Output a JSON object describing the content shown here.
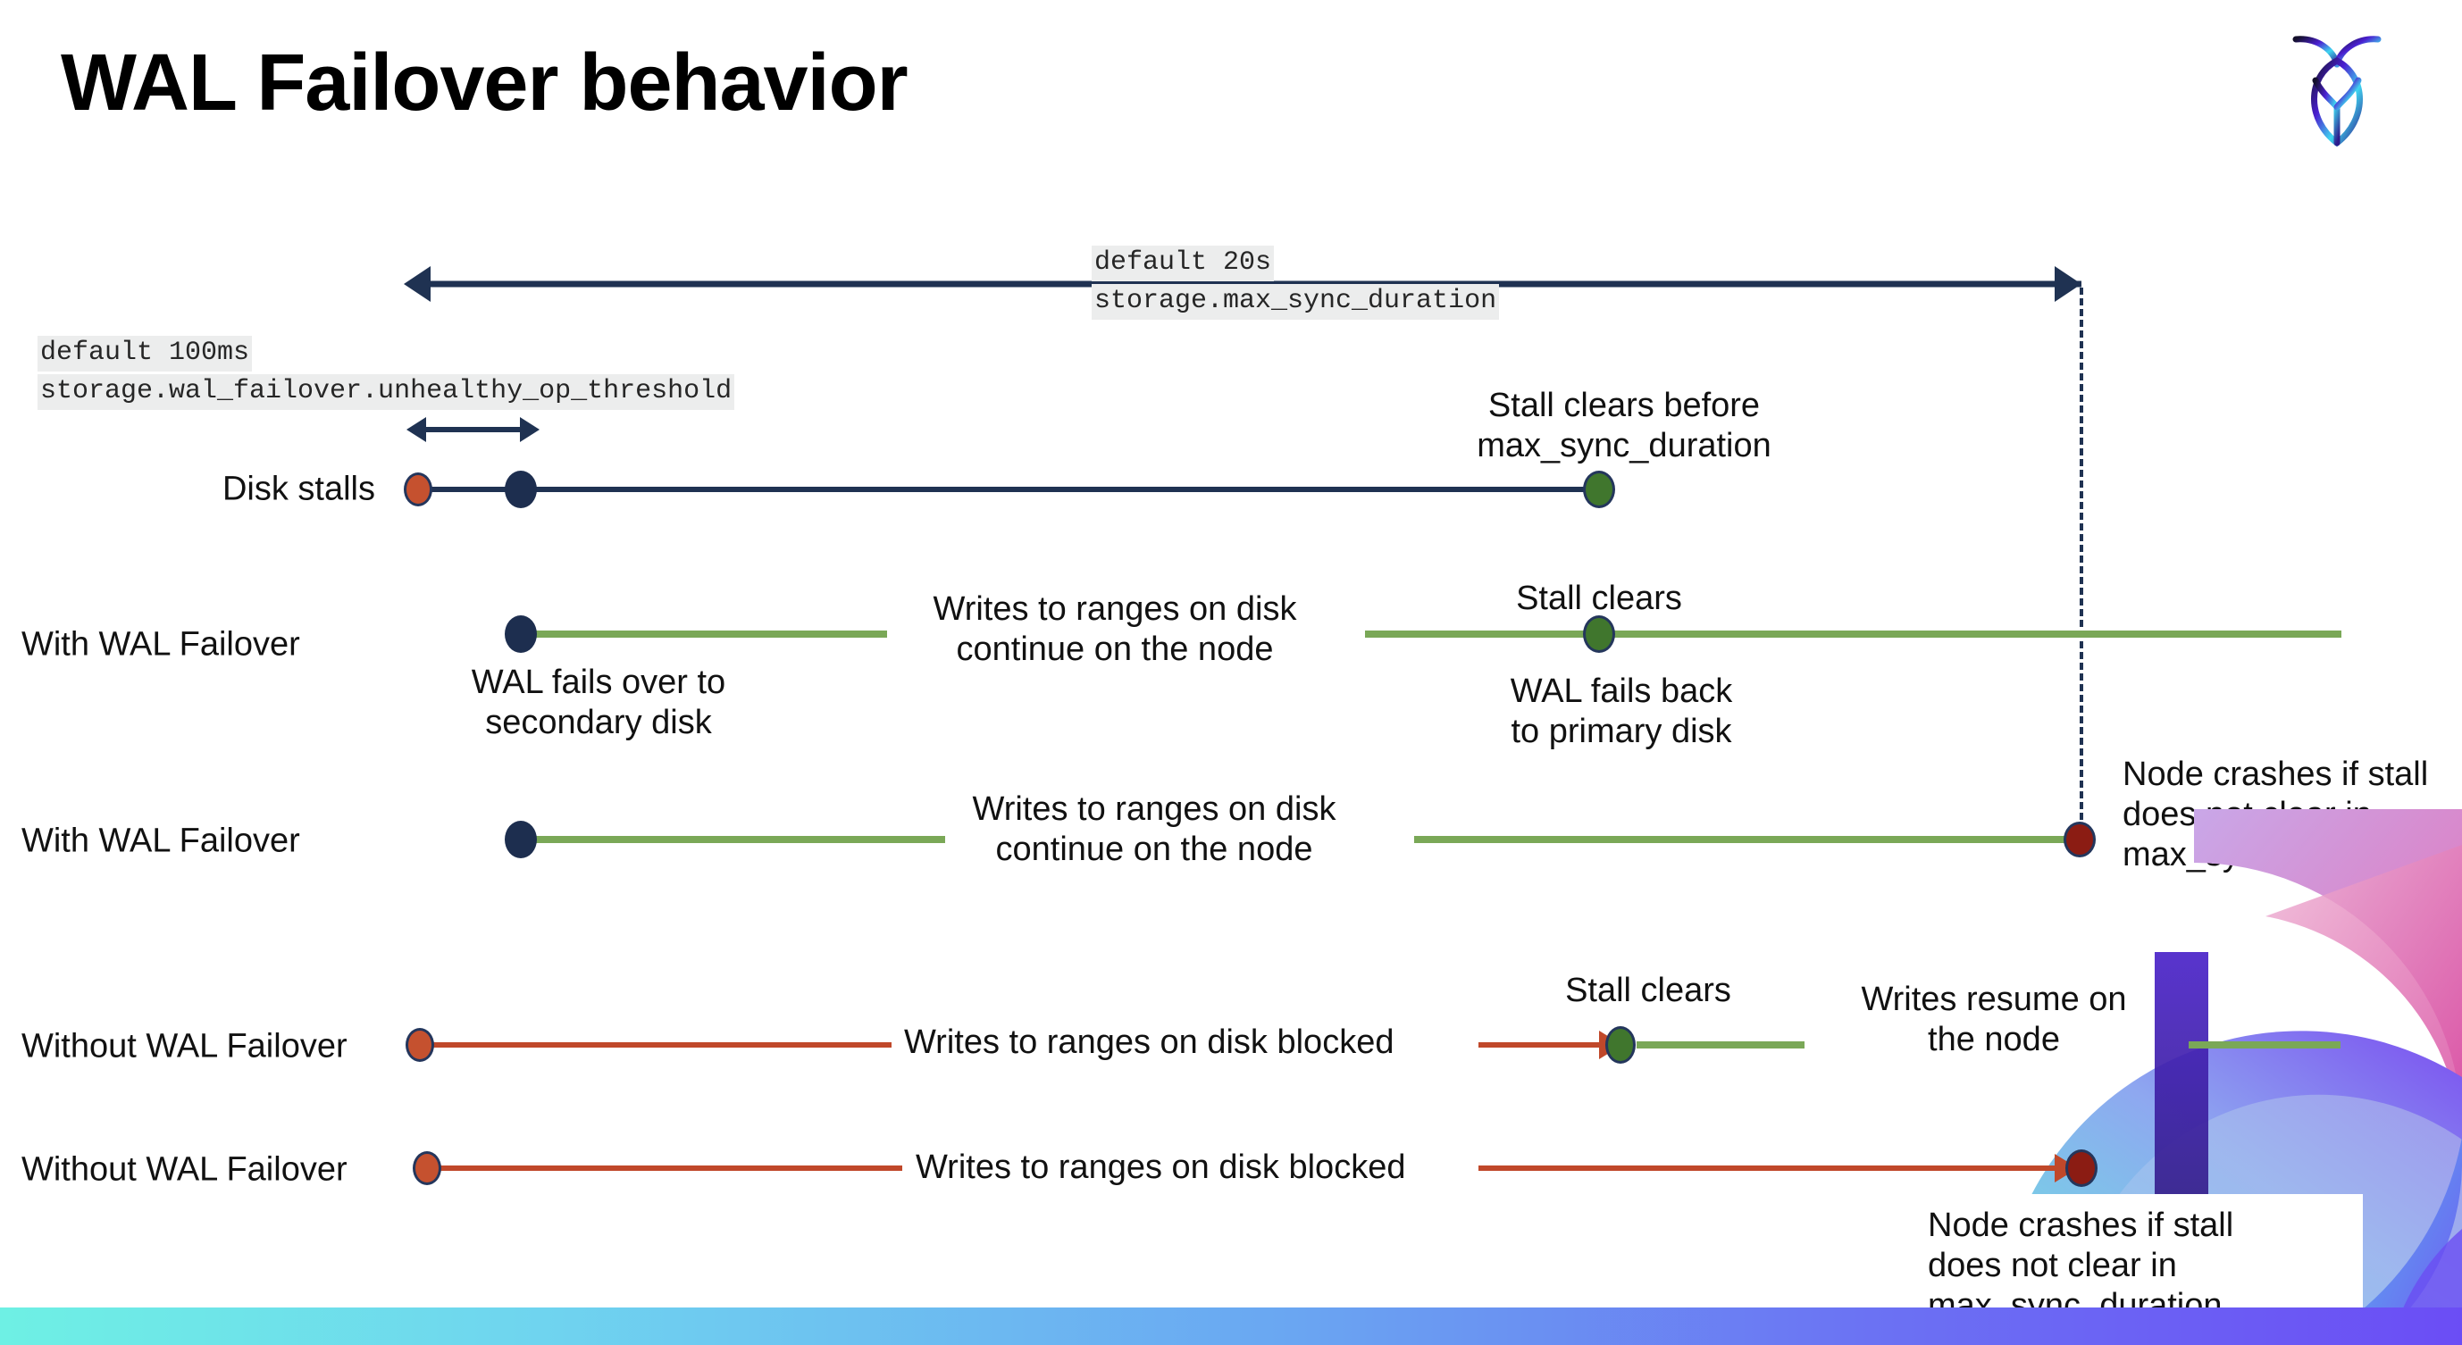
{
  "slide": {
    "title": "WAL Failover behavior",
    "logo_name": "cockroachdb-logo"
  },
  "settings": [
    {
      "id": "max-sync-duration",
      "default_line": "default 20s",
      "setting_line": "storage.max_sync_duration"
    },
    {
      "id": "unhealthy-op-threshold",
      "default_line": "default 100ms",
      "setting_line": "storage.wal_failover.unhealthy_op_threshold"
    }
  ],
  "rows": [
    {
      "id": "disk-stalls",
      "label": "Disk stalls",
      "annotation": "Stall clears before\nmax_sync_duration"
    },
    {
      "id": "with-wal-failover-clears",
      "label": "With WAL Failover",
      "annotation_start": "WAL fails over to\nsecondary disk",
      "annotation_mid": "Writes to ranges on disk\ncontinue on the node",
      "annotation_clear": "Stall clears",
      "annotation_back": "WAL fails  back\nto primary disk"
    },
    {
      "id": "with-wal-failover-crash",
      "label": "With WAL Failover",
      "annotation_mid": "Writes to ranges on disk\ncontinue on the node",
      "annotation_crash": "Node crashes if stall\ndoes not clear in\nmax_sync_duration"
    },
    {
      "id": "without-wal-failover-clears",
      "label": "Without WAL Failover",
      "annotation_blocked": "Writes to ranges on disk  blocked",
      "annotation_clear": "Stall clears",
      "annotation_resume": "Writes resume on\nthe node"
    },
    {
      "id": "without-wal-failover-crash",
      "label": "Without WAL Failover",
      "annotation_blocked": "Writes to ranges on disk  blocked",
      "annotation_crash": "Node crashes if stall\ndoes not clear in\nmax_sync_duration"
    }
  ],
  "colors": {
    "navy": "#1f3252",
    "green": "#7aa857",
    "green_dot": "#40762d",
    "orange_dot": "#c5512f",
    "red_line": "#c0482a",
    "dark_red_dot": "#8b1c13",
    "code_bg": "#eceded",
    "bar_gradient_start": "#6ef0e4",
    "bar_gradient_end": "#6b4df5"
  },
  "legend": {
    "stall_start_marker": "orange-dot-stall-start",
    "failover_marker": "navy-dot-failover",
    "stall_clear_marker": "green-dot-stall-clear",
    "node_crash_marker": "dark-red-dot-node-crash"
  }
}
